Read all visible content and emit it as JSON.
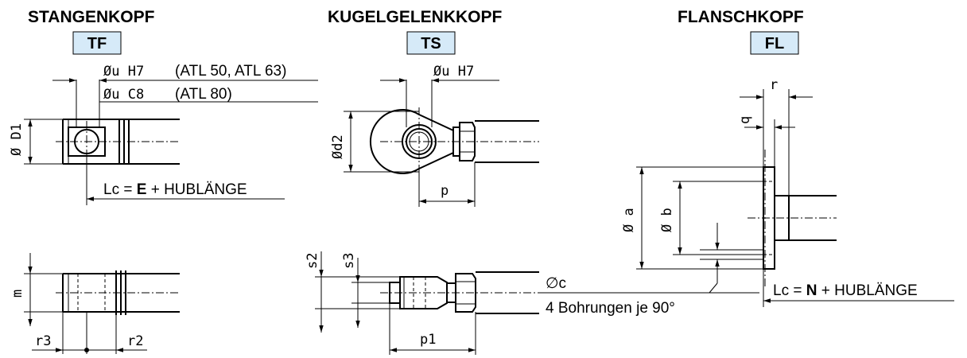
{
  "heads": {
    "tf": {
      "title": "STANGENKOPF",
      "code": "TF"
    },
    "ts": {
      "title": "KUGELGELENKKOPF",
      "code": "TS"
    },
    "fl": {
      "title": "FLANSCHKOPF",
      "code": "FL"
    }
  },
  "colors": {
    "code_box": "#d6eaf8",
    "line": "#000000"
  },
  "tf": {
    "du_h7": "Øu  H7",
    "du_h7_note": "(ATL 50, ATL 63)",
    "du_c8": "Øu  C8",
    "du_c8_note": "(ATL 80)",
    "d1": "Ø D1",
    "lc_prefix": "Lc = ",
    "lc_bold": "E",
    "lc_suffix": " + HUBLÄNGE",
    "m": "m",
    "r3": "r3",
    "r2": "r2"
  },
  "ts": {
    "du_h7": "Øu  H7",
    "d2": "Ød2",
    "p": "p",
    "s2": "s2",
    "s3": "s3",
    "c": "∅c",
    "holes": "4 Bohrungen je 90°",
    "p1": "p1"
  },
  "fl": {
    "r": "r",
    "q": "q",
    "a": "Ø a",
    "b": "Ø b",
    "lc_prefix": "Lc = ",
    "lc_bold": "N",
    "lc_suffix": " + HUBLÄNGE"
  }
}
